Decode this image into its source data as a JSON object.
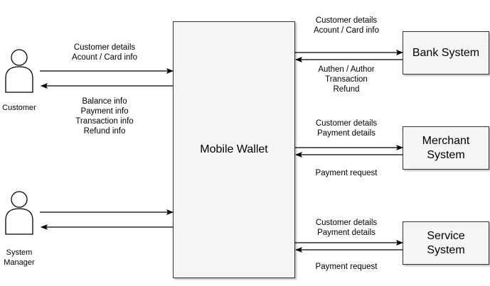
{
  "central": {
    "label": "Mobile Wallet"
  },
  "actors": {
    "customer": "Customer",
    "manager": "System\nManager"
  },
  "systems": {
    "bank": "Bank System",
    "merchant": "Merchant\nSystem",
    "service": "Service\nSystem"
  },
  "flows": {
    "customer_in": "Customer details\nAcount / Card info",
    "customer_out": "Balance info\nPayment info\nTransaction info\nRefund info",
    "bank_out": "Customer details\nAcount / Card info",
    "bank_in": "Authen / Author\nTransaction\nRefund",
    "merchant_out": "Customer details\nPayment details",
    "merchant_in": "Payment request",
    "service_out": "Customer details\nPayment details",
    "service_in": "Payment request"
  }
}
